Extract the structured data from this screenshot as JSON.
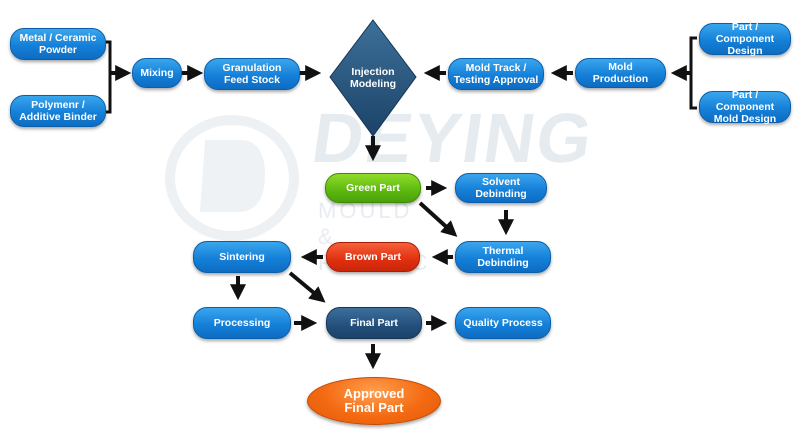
{
  "watermark": {
    "brand": "DEYING",
    "subtitle": "MOULD & PLASTIC"
  },
  "nodes": {
    "metal_powder": "Metal / Ceramic\nPowder",
    "binder": "Polymenr /\nAdditive Binder",
    "mixing": "Mixing",
    "granulation": "Granulation\nFeed Stock",
    "injection": "Injection\nModeling",
    "mold_track": "Mold Track /\nTesting Approval",
    "mold_production": "Mold Production",
    "part_component_design": "Part / Component\nDesign",
    "part_component_mold_design": "Part / Component\nMold Design",
    "green_part": "Green Part",
    "solvent_debinding": "Solvent Debinding",
    "thermal_debinding": "Thermal Debinding",
    "brown_part": "Brown Part",
    "sintering": "Sintering",
    "processing": "Processing",
    "final_part": "Final Part",
    "quality_process": "Quality Process",
    "approved_final_part": "Approved\nFinal Part"
  },
  "colors": {
    "blue": "#1580d8",
    "green": "#5cb80f",
    "red": "#e0300f",
    "navy": "#234f7c",
    "orange": "#f46a12",
    "arrow": "#111111",
    "watermark": "#e6ebef"
  }
}
